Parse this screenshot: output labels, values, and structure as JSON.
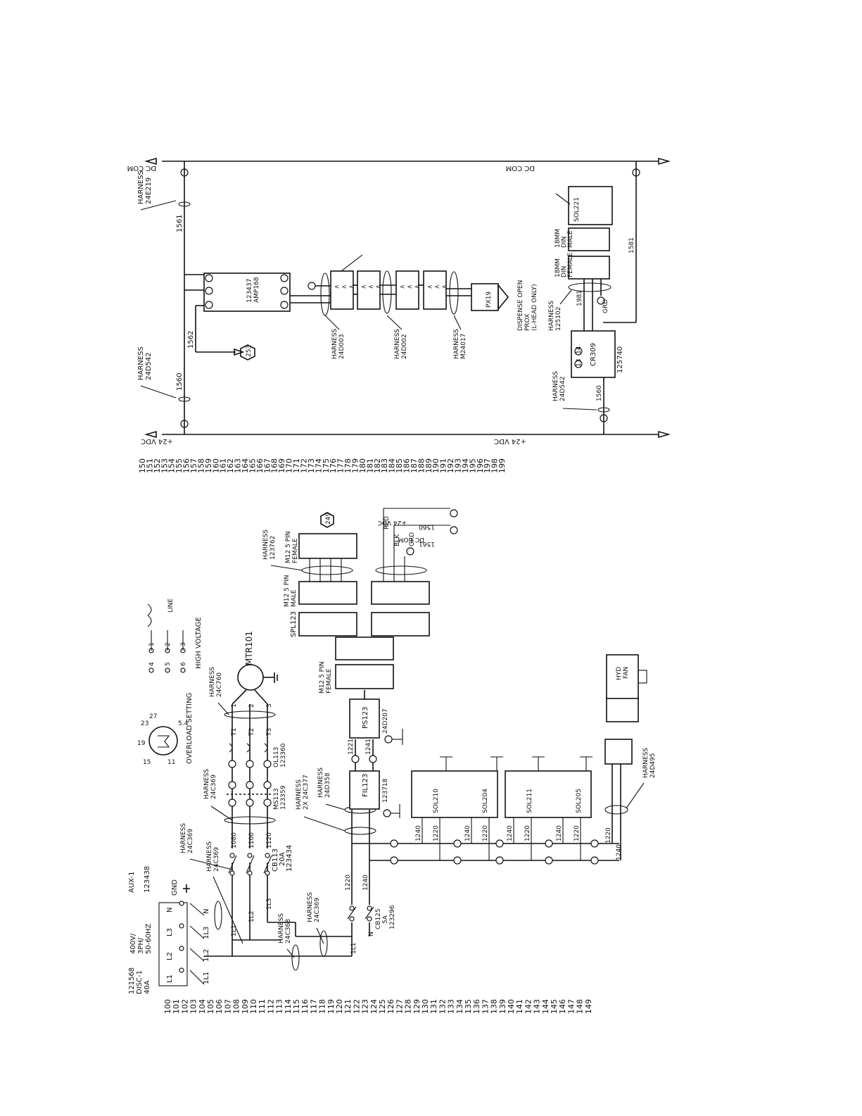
{
  "upper": {
    "rail_left_top": "DC COM",
    "rail_right_top": "DC COM",
    "rail_left_bottom": "+24 VDC",
    "rail_right_bottom": "+24 VDC",
    "wire_1561": "1561",
    "wire_1562": "1562",
    "wire_1560": "1560",
    "harness_24e219": [
      "HARNESS",
      "24E219"
    ],
    "harness_24d542": [
      "HARNESS",
      "24D542"
    ],
    "amp_label": [
      "123437",
      "AMP168"
    ],
    "ref_253": "253",
    "harness_24d003": [
      "HARNESS",
      "24D003"
    ],
    "harness_24d002": [
      "HARNESS",
      "24D002"
    ],
    "harness_m24017": [
      "HARNESS",
      "M24017"
    ],
    "px_label": "PX19",
    "prox_label": [
      "DISPENSE OPEN",
      "PROX",
      "(L-HEAD ONLY)"
    ],
    "sol221": "SOL221",
    "din_male": [
      "18MM",
      "DIN",
      "MALE"
    ],
    "din_female": [
      "18MM",
      "DIN",
      "FEMALE"
    ],
    "harness_125102": [
      "HARNESS",
      "125102"
    ],
    "wire_1981": "1981",
    "wire_1581": "1581",
    "grd": "GRD",
    "cr309": "CR309",
    "cr_part": "125740",
    "cr_contacts": [
      "13",
      "14"
    ],
    "harness_24d542_b": [
      "HARNESS",
      "24D542"
    ],
    "wire_1560_b": "1560",
    "rungs": [
      "150",
      "151",
      "152",
      "153",
      "154",
      "155",
      "156",
      "157",
      "158",
      "159",
      "160",
      "161",
      "162",
      "163",
      "164",
      "165",
      "166",
      "167",
      "168",
      "169",
      "170",
      "171",
      "172",
      "173",
      "174",
      "175",
      "176",
      "177",
      "178",
      "179",
      "180",
      "181",
      "182",
      "183",
      "184",
      "185",
      "186",
      "187",
      "188",
      "189",
      "190",
      "191",
      "192",
      "193",
      "194",
      "195",
      "196",
      "197",
      "198",
      "199"
    ]
  },
  "lower": {
    "rungs": [
      "100",
      "101",
      "102",
      "103",
      "104",
      "105",
      "106",
      "107",
      "108",
      "109",
      "110",
      "111",
      "112",
      "113",
      "114",
      "115",
      "116",
      "117",
      "118",
      "119",
      "120",
      "121",
      "122",
      "123",
      "124",
      "125",
      "126",
      "127",
      "128",
      "129",
      "130",
      "131",
      "132",
      "133",
      "134",
      "135",
      "136",
      "137",
      "138",
      "139",
      "140",
      "141",
      "142",
      "143",
      "144",
      "145",
      "146",
      "147",
      "148",
      "149"
    ],
    "disc": [
      "121568",
      "DISC-1",
      "40A"
    ],
    "supply": [
      "400V/",
      "3PH/",
      "50-60HZ"
    ],
    "aux": [
      "AUX-1",
      "123438"
    ],
    "terminals_top": [
      "L1",
      "L2",
      "L3",
      "N"
    ],
    "terminals_bottom": [
      "1L1",
      "1L2",
      "1L3",
      "N"
    ],
    "gnd": "GND",
    "harness_24c369_a": [
      "HARNESS",
      "24C369"
    ],
    "harness_24c369_b": [
      "HARNESS",
      "24C369"
    ],
    "harness_24c369_c": [
      "HARNESS",
      "24C369"
    ],
    "harness_24c369_d": [
      "HARNESS",
      "24C369"
    ],
    "harness_24c368": [
      "HARNESS",
      "24C368"
    ],
    "cb113": [
      "CB113",
      "20A",
      "123434"
    ],
    "lines_after_cb": [
      "1L1",
      "1L2",
      "1L3"
    ],
    "wires_motor": [
      "1080",
      "1100",
      "1120"
    ],
    "ms113": [
      "MS113",
      "123359"
    ],
    "ol113": [
      "OL113",
      "123360"
    ],
    "overload_title": "OVERLOAD SETTING",
    "overload_values": [
      "11",
      "15",
      "19",
      "23",
      "27",
      "5.4"
    ],
    "motor_terms": [
      "T1",
      "T2",
      "T3"
    ],
    "motor_nums": [
      "1",
      "2",
      "3"
    ],
    "mtr": "MTR101",
    "harness_24c760": [
      "HARNESS",
      "24C760"
    ],
    "hv_title": "HIGH VOLTAGE",
    "hv_line": "LINE",
    "hv_nums": [
      "1",
      "2",
      "3",
      "4",
      "5",
      "6"
    ],
    "cb125": [
      "CB125",
      "5A",
      "123296"
    ],
    "wire_1220": "1220",
    "wire_1240": "1240",
    "wire_1221": "1221",
    "wire_1241": "1241",
    "harness_24c377": [
      "HARNESS",
      "2X 24C377"
    ],
    "harness_24d358": [
      "HARNESS",
      "24D358"
    ],
    "fil": [
      "FIL123",
      "123718"
    ],
    "ps": [
      "PS123",
      "24D207"
    ],
    "m12_female_a": [
      "M12 5 PIN",
      "FEMALE"
    ],
    "spl": "SPL123",
    "m12_male": [
      "M12 5 PIN",
      "MALE"
    ],
    "m12_female_b": [
      "M12 5 PIN",
      "FEMALE"
    ],
    "harness_123762": [
      "HARNESS",
      "123762"
    ],
    "ref_249": "249",
    "colors": [
      "RED",
      "BLK",
      "GRD"
    ],
    "vdc": "+24 VDC",
    "dccom": "DC COM",
    "wire_1560": "1560",
    "wire_1561": "1561",
    "sols": [
      "SOL210",
      "SOL204",
      "SOL211",
      "SOL205"
    ],
    "hyd_fan": [
      "HYD",
      "FAN"
    ],
    "harness_24d495": [
      "HARNESS",
      "24D495"
    ]
  }
}
